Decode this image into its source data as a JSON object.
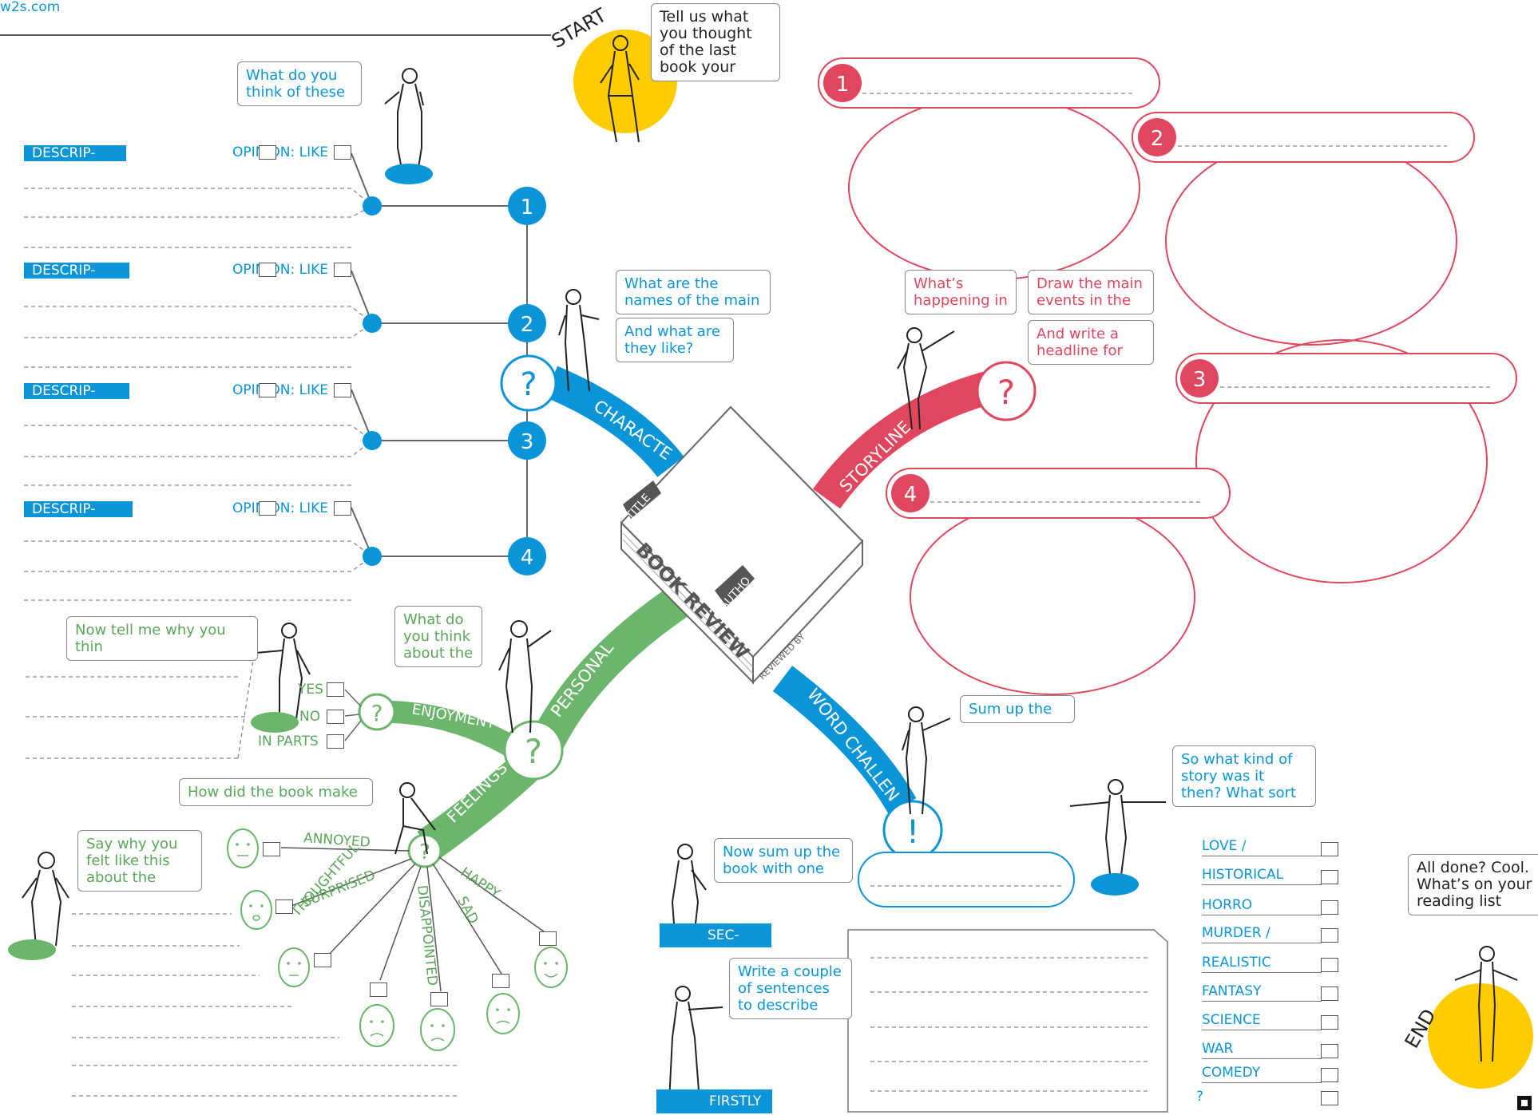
{
  "site": "w2s.com",
  "start": {
    "label": "START",
    "bubble": "Tell us what\nyou thought\nof the last\nbook your"
  },
  "end": {
    "label": "END",
    "bubble": "All done? Cool.\nWhat’s on your\nreading list"
  },
  "book": {
    "title_tag": "TITLE",
    "cover": "BOOK REVIEW",
    "author_tag": "AUTHO",
    "reviewed_by": "REVIEWED BY"
  },
  "characters": {
    "branch": "CHARACTE",
    "prompt_top": "What do you\nthink of these",
    "prompt_names": "What are the\nnames of the main",
    "prompt_like": "And what are\nthey like?",
    "question": "?",
    "rows": [
      {
        "num": "1",
        "desc": "DESCRIP-",
        "opinion": "OPINION: LIKE"
      },
      {
        "num": "2",
        "desc": "DESCRIP-",
        "opinion": "OPINION: LIKE"
      },
      {
        "num": "3",
        "desc": "DESCRIP-",
        "opinion": "OPINION: LIKE"
      },
      {
        "num": "4",
        "desc": "DESCRIP-",
        "opinion": "OPINION: LIKE"
      }
    ]
  },
  "storyline": {
    "branch": "STORYLINE",
    "question": "?",
    "prompt_happening": "What’s\nhappening in",
    "prompt_draw": "Draw the main\nevents in the",
    "prompt_headline": "And write a\nheadline for",
    "events": [
      "1",
      "2",
      "3",
      "4"
    ]
  },
  "personal": {
    "branch": "PERSONAL",
    "question": "?",
    "prompt_think": "What do\nyou think\nabout the",
    "prompt_why": "Now tell me why you thin",
    "enjoyment": {
      "label": "ENJOYMENT",
      "question": "?",
      "options": [
        "YES",
        "NO",
        "IN PARTS"
      ]
    },
    "feelings": {
      "label": "FEELINGS",
      "question": "?",
      "prompt_make": "How did the book make",
      "prompt_say": "Say why you\nfelt like this\nabout the",
      "options": [
        "ANNOYED",
        "SURPRISED",
        "THOUGHTFUL",
        "DISAPPOINTED",
        "SAD",
        "HAPPY"
      ]
    }
  },
  "word_challenge": {
    "branch": "WORD CHALLEN",
    "mark": "!",
    "prompt_sum": "Sum up the",
    "prompt_one": "Now sum up the\nbook with one",
    "prompt_couple": "Write a couple\nof sentences\nto describe",
    "tag_sec": "SEC-",
    "tag_firstly": "FIRSTLY"
  },
  "genre": {
    "prompt": "So what kind of\nstory was it\nthen? What sort",
    "options": [
      "LOVE /",
      "HISTORICAL",
      "HORRO",
      "MURDER /",
      "REALISTIC",
      "FANTASY",
      "SCIENCE",
      "WAR",
      "COMEDY",
      "?"
    ]
  },
  "colors": {
    "blue": "#0b95d9",
    "green": "#6cb56c",
    "red": "#e0465e",
    "yellow": "#ffcc00",
    "grey": "#777777"
  }
}
